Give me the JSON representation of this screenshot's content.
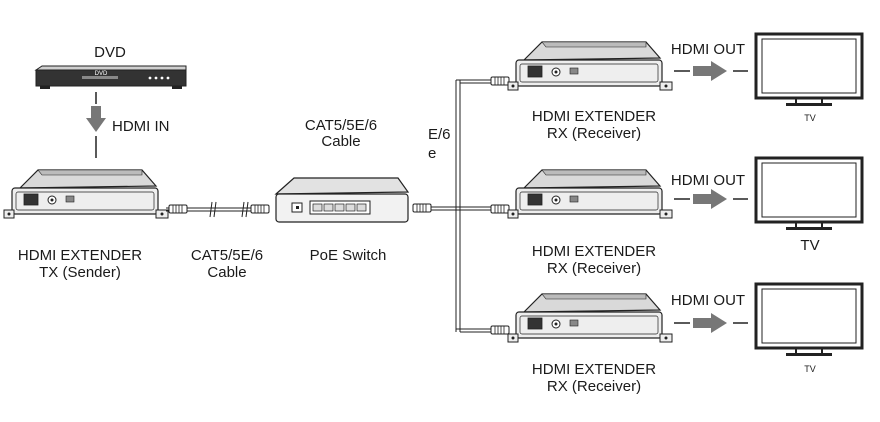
{
  "source": {
    "label": "DVD",
    "panel_text": "DVD",
    "connection_label": "HDMI IN"
  },
  "transmitter": {
    "line1": "HDMI EXTENDER",
    "line2": "TX (Sender)"
  },
  "cable_tx_switch": {
    "line1": "CAT5/5E/6",
    "line2": "Cable"
  },
  "cable_switch_rx": {
    "line1": "CAT5/5E/6",
    "line2": "Cable"
  },
  "switch": {
    "label": "PoE Switch"
  },
  "partial_label": {
    "line1": "E/6",
    "line2": "e"
  },
  "receivers": [
    {
      "line1": "HDMI EXTENDER",
      "line2": "RX (Receiver)",
      "output_label": "HDMI OUT",
      "tv_label": "TV"
    },
    {
      "line1": "HDMI EXTENDER",
      "line2": "RX (Receiver)",
      "output_label": "HDMI OUT",
      "tv_label": "TV"
    },
    {
      "line1": "HDMI EXTENDER",
      "line2": "RX (Receiver)",
      "output_label": "HDMI OUT",
      "tv_label": "TV"
    }
  ],
  "colors": {
    "line": "#222222",
    "device_face": "#eeeeee",
    "device_top": "#cfcfcf",
    "arrow": "#777777",
    "dvd_body": "#333333"
  }
}
